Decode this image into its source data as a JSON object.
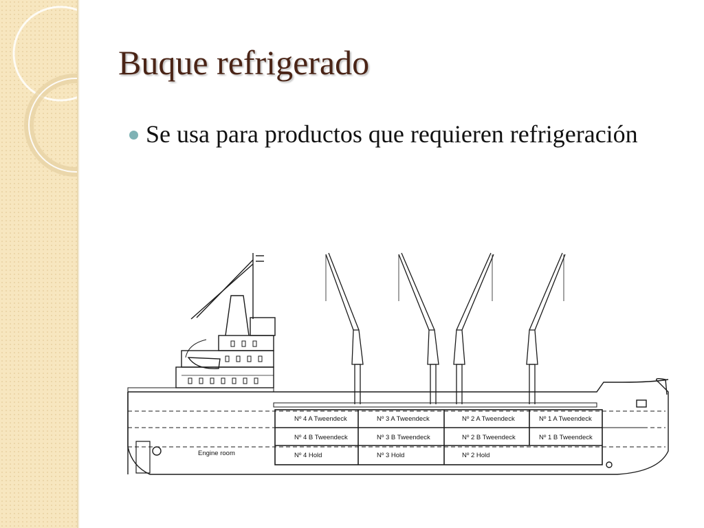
{
  "slide": {
    "title": "Buque refrigerado",
    "bullet": "Se usa para productos que requieren refrigeración"
  },
  "ship_diagram": {
    "compartments": {
      "no4_a_tweendeck": "Nº 4 A Tweendeck",
      "no3_a_tweendeck": "Nº 3 A Tweendeck",
      "no2_a_tweendeck": "Nº 2 A Tweendeck",
      "no1_a_tweendeck": "Nº 1 A Tweendeck",
      "no4_b_tweendeck": "Nº 4 B Tweendeck",
      "no3_b_tweendeck": "Nº 3 B Tweendeck",
      "no2_b_tweendeck": "Nº 2 B Tweendeck",
      "no1_b_tweendeck": "Nº 1 B Tweendeck",
      "no4_hold": "Nº 4 Hold",
      "no3_hold": "Nº 3 Hold",
      "no2_hold": "Nº 2 Hold",
      "engine_room": "Engine room"
    }
  },
  "colors": {
    "title": "#4a2416",
    "bullet": "#7fb2b5",
    "band": "#f7e6bf"
  }
}
